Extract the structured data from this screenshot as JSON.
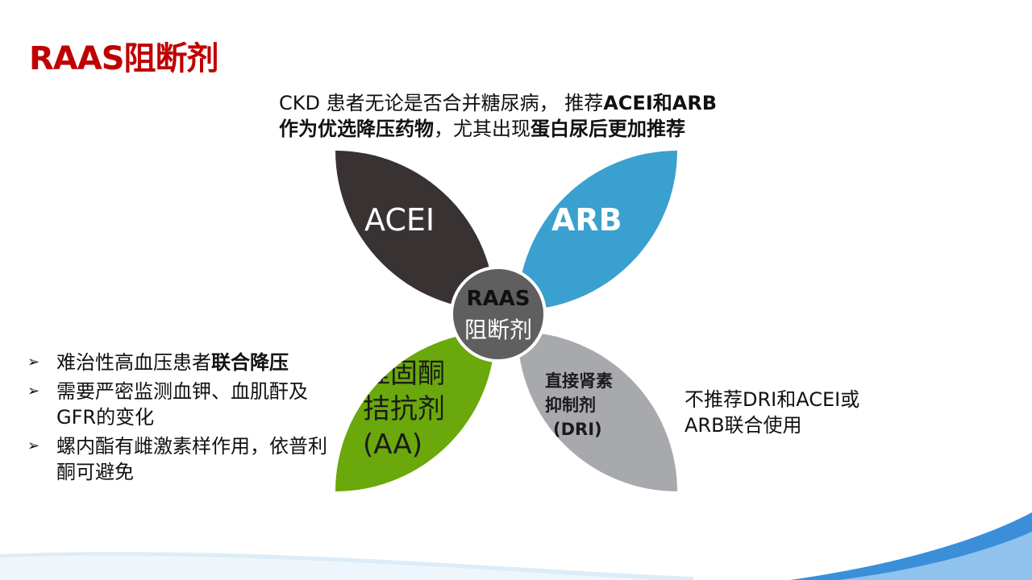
{
  "title": "RAAS阻断剂",
  "intro": {
    "line1_plain": "CKD 患者无论是否合并糖尿病， 推荐",
    "line1_bold": "ACEI和ARB",
    "line2_bold_a": "作为优选降压药物",
    "line2_plain": "，尤其出现",
    "line2_bold_b": "蛋白尿后更加推荐"
  },
  "petals": {
    "acei": "ACEI",
    "arb": "ARB",
    "aa": [
      "醛固酮",
      "拮抗剂",
      "(AA)"
    ],
    "dri": [
      "直接肾素",
      "抑制剂",
      "(DRI)"
    ]
  },
  "center": {
    "line1": "RAAS",
    "line2": "阻断剂"
  },
  "bullets": [
    {
      "plain": "难治性高血压患者",
      "bold": "联合降压"
    },
    {
      "plain": "需要严密监测血钾、血肌酐及GFR的变化",
      "bold": ""
    },
    {
      "plain": "螺内酯有雌激素样作用，依普利酮可避免",
      "bold": ""
    }
  ],
  "side_note": [
    "不推荐DRI和ACEI或",
    "ARB联合使用"
  ],
  "colors": {
    "title": "#c00000",
    "acei_petal": "#383233",
    "arb_petal": "#3aa0cf",
    "aa_petal": "#6aa80b",
    "dri_petal": "#a8a9ad",
    "center": "#5f5f5f",
    "wave": "#3b8fd8"
  },
  "icons": {
    "bullet": "arrow-bullet-icon"
  }
}
